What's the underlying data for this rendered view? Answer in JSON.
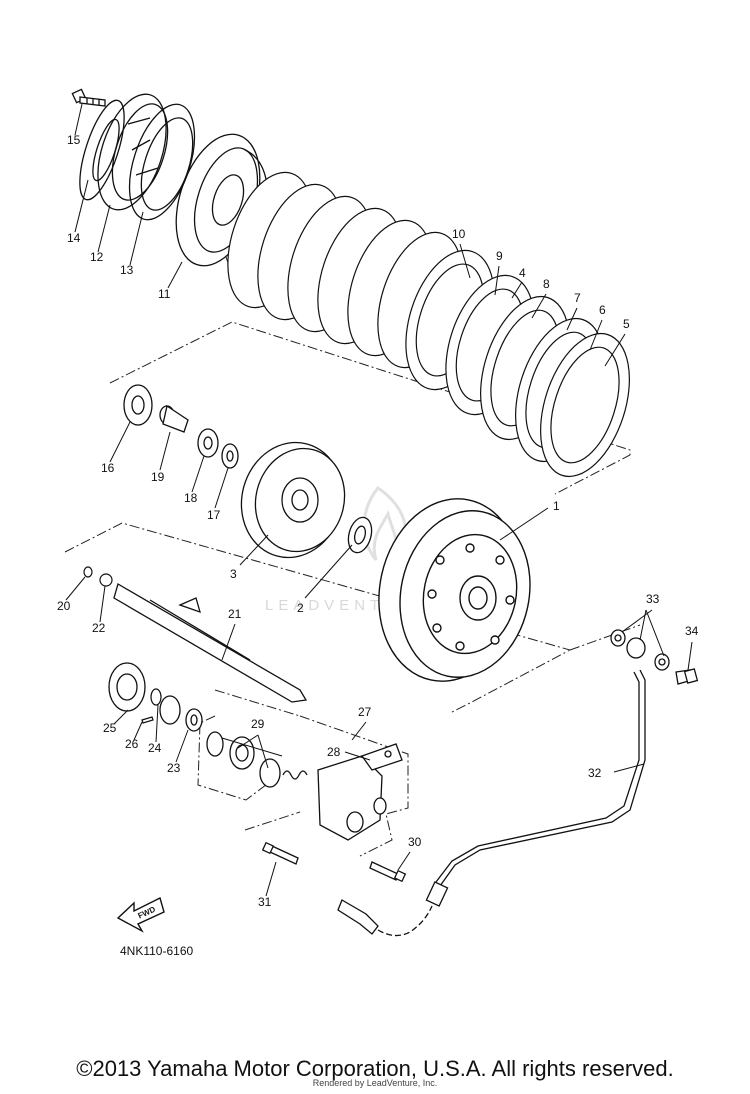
{
  "diagram_code": "4NK110-6160",
  "watermark": "LEADVENTURE",
  "fwd_badge": "FWD",
  "copyright": "©2013 Yamaha Motor Corporation, U.S.A. All rights reserved.",
  "rendered_by": "Rendered by LeadVenture, Inc.",
  "parts": [
    {
      "label": "1"
    },
    {
      "label": "2"
    },
    {
      "label": "3"
    },
    {
      "label": "4"
    },
    {
      "label": "5"
    },
    {
      "label": "6"
    },
    {
      "label": "7"
    },
    {
      "label": "8"
    },
    {
      "label": "9"
    },
    {
      "label": "10"
    },
    {
      "label": "11"
    },
    {
      "label": "12"
    },
    {
      "label": "13"
    },
    {
      "label": "14"
    },
    {
      "label": "15"
    },
    {
      "label": "16"
    },
    {
      "label": "17"
    },
    {
      "label": "18"
    },
    {
      "label": "19"
    },
    {
      "label": "20"
    },
    {
      "label": "21"
    },
    {
      "label": "22"
    },
    {
      "label": "23"
    },
    {
      "label": "24"
    },
    {
      "label": "25"
    },
    {
      "label": "26"
    },
    {
      "label": "27"
    },
    {
      "label": "28"
    },
    {
      "label": "29"
    },
    {
      "label": "30"
    },
    {
      "label": "31"
    },
    {
      "label": "32"
    },
    {
      "label": "33"
    },
    {
      "label": "34"
    }
  ]
}
